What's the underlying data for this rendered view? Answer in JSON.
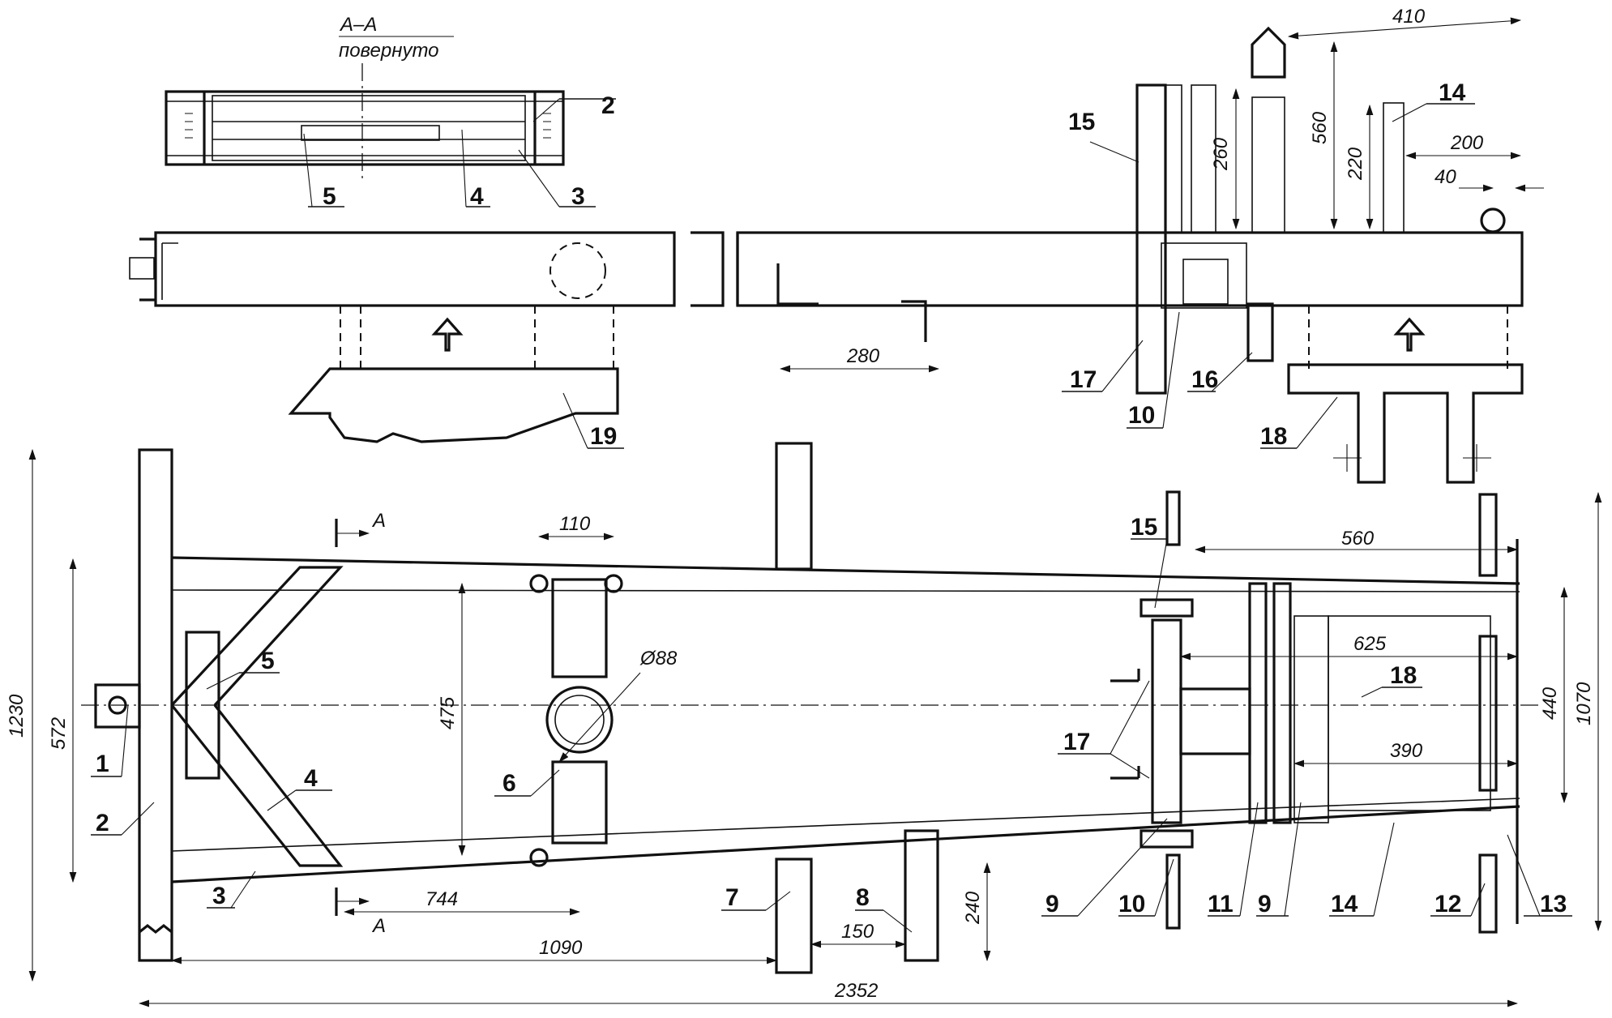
{
  "section": {
    "title": "А–А",
    "subtitle": "повернуто",
    "marker": "А"
  },
  "dimensions": {
    "d410": "410",
    "d560_top": "560",
    "d260": "260",
    "d220": "220",
    "d200": "200",
    "d40": "40",
    "d280": "280",
    "d110": "110",
    "d88": "Ø88",
    "d475": "475",
    "d572": "572",
    "d1230": "1230",
    "d560_plan": "560",
    "d625": "625",
    "d390": "390",
    "d440": "440",
    "d1070": "1070",
    "d744": "744",
    "d1090": "1090",
    "d150": "150",
    "d240": "240",
    "d2352": "2352"
  },
  "callouts": {
    "c1": "1",
    "c2": "2",
    "c3": "3",
    "c4": "4",
    "c5": "5",
    "c6": "6",
    "c7": "7",
    "c8": "8",
    "c9": "9",
    "c10": "10",
    "c11": "11",
    "c12": "12",
    "c13": "13",
    "c14": "14",
    "c15": "15",
    "c16": "16",
    "c17": "17",
    "c18": "18",
    "c19": "19"
  }
}
